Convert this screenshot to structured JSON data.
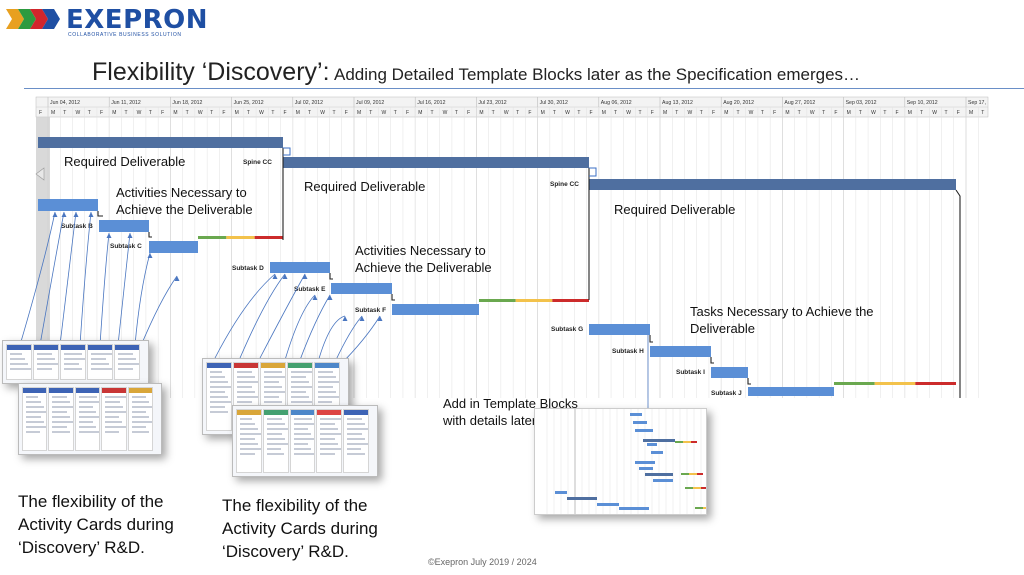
{
  "logo": {
    "text": "EXEPRON",
    "tagline": "COLLABORATIVE BUSINESS SOLUTION"
  },
  "title": {
    "main": "Flexibility ‘Discovery’:",
    "sub": "Adding Detailed Template Blocks later as the Specification emerges…"
  },
  "gantt": {
    "week_labels": [
      "Jun 04, 2012",
      "Jun 11, 2012",
      "Jun 18, 2012",
      "Jun 25, 2012",
      "Jul 02, 2012",
      "Jul 09, 2012",
      "Jul 16, 2012",
      "Jul 23, 2012",
      "Jul 30, 2012",
      "Aug 06, 2012",
      "Aug 13, 2012",
      "Aug 20, 2012",
      "Aug 27, 2012",
      "Sep 03, 2012",
      "Sep 10, 2012",
      "Sep 17,"
    ],
    "day_letters": [
      "F",
      "M",
      "T",
      "W",
      "T",
      "F"
    ],
    "task_labels": {
      "spine1": "Spine CC",
      "spine2": "Spine CC",
      "subB": "Subtask B",
      "subC": "Subtask C",
      "subD": "Subtask D",
      "subE": "Subtask E",
      "subF": "Subtask F",
      "subG": "Subtask G",
      "subH": "Subtask H",
      "subI": "Subtask I",
      "subJ": "Subtask J"
    },
    "colors": {
      "bar_dark": "#4f6fa0",
      "bar_light": "#5b8fd6",
      "buffer_green": "#6aa84f",
      "buffer_yellow": "#f3c24b",
      "buffer_red": "#cc2b2b"
    }
  },
  "annotations": {
    "req1": "Required Deliverable",
    "req2": "Required Deliverable",
    "req3": "Required Deliverable",
    "act1": "Activities Necessary to Achieve the Deliverable",
    "act2": "Activities Necessary to Achieve the Deliverable",
    "tasks": "Tasks Necessary to Achieve the Deliverable",
    "add_blocks": "Add in Template Blocks with details later",
    "flex1": "The flexibility of the Activity Cards during ‘Discovery’ R&D.",
    "flex2": "The flexibility of the Activity Cards during ‘Discovery’ R&D."
  },
  "footer": "©Exepron July 2019 / 2024"
}
